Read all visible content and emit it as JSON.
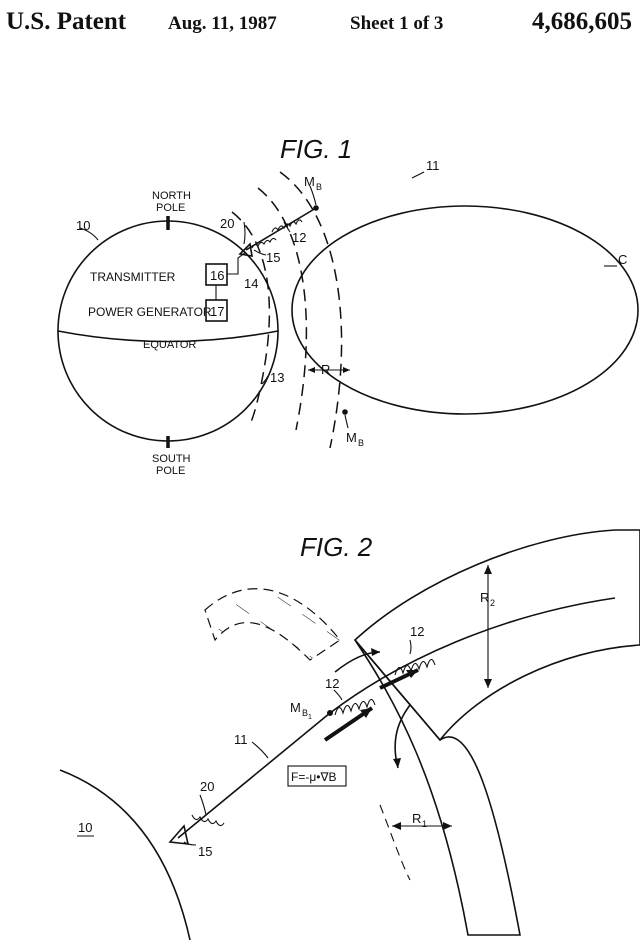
{
  "header": {
    "title": "U.S. Patent",
    "date": "Aug. 11, 1987",
    "sheet": "Sheet 1 of 3",
    "patent_number": "4,686,605"
  },
  "fig1": {
    "title": "FIG. 1",
    "labels": {
      "north_pole_1": "NORTH",
      "north_pole_2": "POLE",
      "south_pole_1": "SOUTH",
      "south_pole_2": "POLE",
      "equator": "EQUATOR",
      "transmitter": "TRANSMITTER",
      "transmitter_ref": "16",
      "power_generator": "POWER GENERATOR",
      "power_generator_ref": "17",
      "ref_10": "10",
      "ref_11": "11",
      "ref_12": "12",
      "ref_13": "13",
      "ref_14": "14",
      "ref_15": "15",
      "ref_20": "20",
      "ref_c": "C",
      "ref_r": "R",
      "mb_top": "M",
      "mb_top_sub": "B",
      "mb_bottom": "M",
      "mb_bottom_sub": "B"
    }
  },
  "fig2": {
    "title": "FIG. 2",
    "labels": {
      "ref_10": "10",
      "ref_11": "11",
      "ref_12a": "12",
      "ref_12b": "12",
      "ref_15": "15",
      "ref_20": "20",
      "r1": "R",
      "r1_sub": "1",
      "r2": "R",
      "r2_sub": "2",
      "mb1": "M",
      "mb1_sub": "B",
      "mb1_subsub": "1",
      "force_eq": "F=-μ•∇B"
    }
  }
}
